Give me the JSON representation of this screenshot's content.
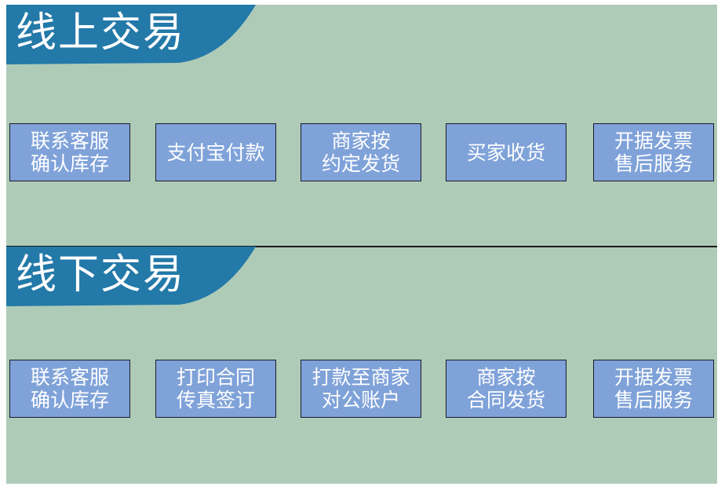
{
  "colors": {
    "background": "#aecbb8",
    "banner": "#2379a8",
    "box_fill": "#7fa2d9",
    "box_border": "#1b1b2a",
    "text": "#ffffff",
    "divider": "#1a1a1a"
  },
  "online": {
    "title": "线上交易",
    "steps": [
      {
        "lines": [
          "联系客服",
          "确认库存"
        ]
      },
      {
        "lines": [
          "支付宝付款"
        ]
      },
      {
        "lines": [
          "商家按",
          "约定发货"
        ]
      },
      {
        "lines": [
          "买家收货"
        ]
      },
      {
        "lines": [
          "开据发票",
          "售后服务"
        ]
      }
    ]
  },
  "offline": {
    "title": "线下交易",
    "steps": [
      {
        "lines": [
          "联系客服",
          "确认库存"
        ]
      },
      {
        "lines": [
          "打印合同",
          "传真签订"
        ]
      },
      {
        "lines": [
          "打款至商家",
          "对公账户"
        ]
      },
      {
        "lines": [
          "商家按",
          "合同发货"
        ]
      },
      {
        "lines": [
          "开据发票",
          "售后服务"
        ]
      }
    ]
  }
}
